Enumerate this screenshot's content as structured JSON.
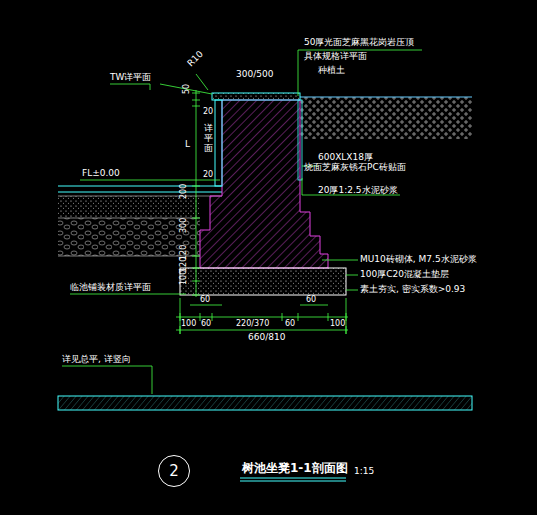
{
  "diagram": {
    "title": "树池坐凳1-1剖面图",
    "nodes": [
      {
        "text": [
          "2"
        ]
      }
    ],
    "labels": [
      "50厚光面芝麻黑花岗岩压顶",
      "具体规格详平面",
      "R10",
      "300/500",
      "TW详平面",
      "种植土",
      "50",
      "20",
      "L",
      "详平面",
      "20",
      "600XLX18厚",
      "烧面芝麻灰锈石PC砖贴面",
      "20厚1:2.5水泥砂浆",
      "FL±0.00",
      "200",
      "300",
      "120",
      "120",
      "100",
      "MU10砖砌体, M7.5水泥砂浆",
      "100厚C20混凝土垫层",
      "素土夯实, 密实系数>0.93",
      "临池铺装材质详平面",
      "60",
      "60",
      "100",
      "60",
      "220/370",
      "60",
      "100",
      "660/810",
      "详见总平, 详竖向",
      "1:15"
    ]
  }
}
